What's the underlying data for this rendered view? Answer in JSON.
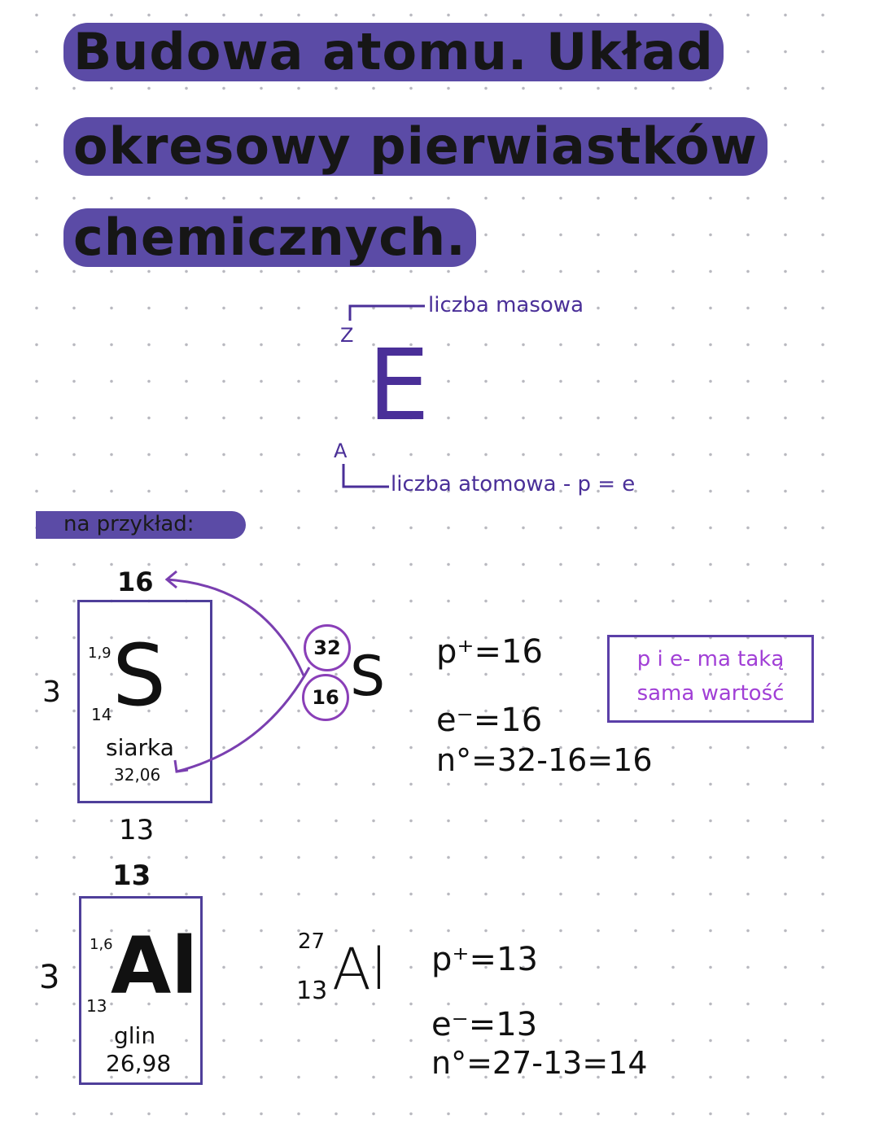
{
  "title": {
    "lines": [
      "Budowa atomu. Układ",
      "okresowy pierwiastków",
      "chemicznych."
    ]
  },
  "notation": {
    "z_label": "Z",
    "symbol": "E",
    "a_label": "A",
    "mass_number_label": "liczba masowa",
    "atomic_number_label": "liczba atomowa - p = e"
  },
  "example_label": "na przykład:",
  "sulfur": {
    "group_top": "16",
    "period_side": "3",
    "electronegativity": "1,9",
    "symbol": "S",
    "number": "14",
    "name": "siarka",
    "mass": "32,06",
    "below": "13",
    "isotope_mass": "32",
    "isotope_atomic": "16",
    "isotope_symbol": "S",
    "protons": "p⁺=16",
    "electrons": "e⁻=16",
    "neutrons": "n°=32-16=16"
  },
  "note_box": {
    "line1": "p i e- ma taką",
    "line2": "sama wartość"
  },
  "aluminium": {
    "group_top": "13",
    "period_side": "3",
    "electronegativity": "1,6",
    "symbol": "Al",
    "number": "13",
    "name": "glin",
    "mass": "26,98",
    "isotope_mass": "27",
    "isotope_atomic": "13",
    "isotope_symbol": "Al",
    "protons": "p⁺=13",
    "electrons": "e⁻=13",
    "neutrons": "n°=27-13=14"
  },
  "colors": {
    "highlight": "#5b4ba6",
    "ink_purple": "#4a2f98",
    "note_pink": "#a13fd6",
    "box_border": "#4f3f9a"
  }
}
